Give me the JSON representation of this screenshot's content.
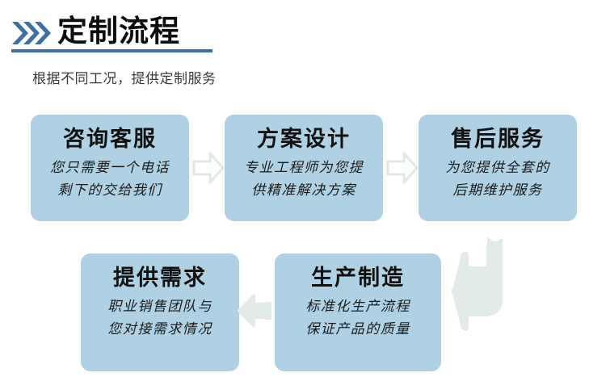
{
  "header": {
    "chevron_icon": "triple-chevron-right-icon",
    "title": "定制流程",
    "subtitle": "根据不同工况，提供定制服务",
    "accent_color": "#3f6fa9",
    "title_color": "#0d0d0d",
    "subtitle_color": "#3b3b3b"
  },
  "theme": {
    "box_fill": "#afd1e3",
    "arrow_fill": "#e3eaea",
    "arrow_stroke": "#dfe7e7",
    "background": "#ffffff"
  },
  "steps": [
    {
      "id": "step-1",
      "title": "咨询客服",
      "lines": [
        "您只需要一个电话",
        "剩下的交给我们"
      ]
    },
    {
      "id": "step-2",
      "title": "方案设计",
      "lines": [
        "专业工程师为您提",
        "供精准解决方案"
      ]
    },
    {
      "id": "step-3",
      "title": "售后服务",
      "lines": [
        "为您提供全套的",
        "后期维护服务"
      ]
    },
    {
      "id": "step-4",
      "title": "提供需求",
      "lines": [
        "职业销售团队与",
        "您对接需求情况"
      ]
    },
    {
      "id": "step-5",
      "title": "生产制造",
      "lines": [
        "标准化生产流程",
        "保证产品的质量"
      ]
    }
  ],
  "connectors": [
    {
      "id": "arrow-1-2",
      "icon": "arrow-right-outline-icon",
      "from": "step-1",
      "to": "step-2"
    },
    {
      "id": "arrow-2-3",
      "icon": "arrow-right-outline-icon",
      "from": "step-2",
      "to": "step-3"
    },
    {
      "id": "arrow-3-5",
      "icon": "arrow-elbow-down-left-icon",
      "from": "step-3",
      "to": "step-5"
    },
    {
      "id": "arrow-5-4",
      "icon": "arrow-left-filled-icon",
      "from": "step-5",
      "to": "step-4"
    }
  ]
}
